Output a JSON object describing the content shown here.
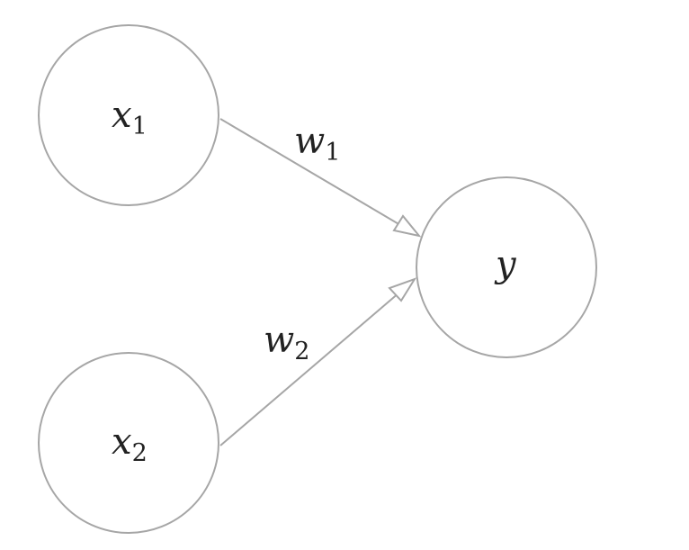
{
  "colors": {
    "stroke": "#a6a6a6",
    "text": "#222222",
    "background": "#ffffff"
  },
  "nodes": [
    {
      "id": "x1",
      "symbol": "x",
      "subscript": "1"
    },
    {
      "id": "x2",
      "symbol": "x",
      "subscript": "2"
    },
    {
      "id": "y",
      "symbol": "y",
      "subscript": ""
    }
  ],
  "edges": [
    {
      "from": "x1",
      "to": "y",
      "weight_symbol": "w",
      "weight_subscript": "1"
    },
    {
      "from": "x2",
      "to": "y",
      "weight_symbol": "w",
      "weight_subscript": "2"
    }
  ]
}
